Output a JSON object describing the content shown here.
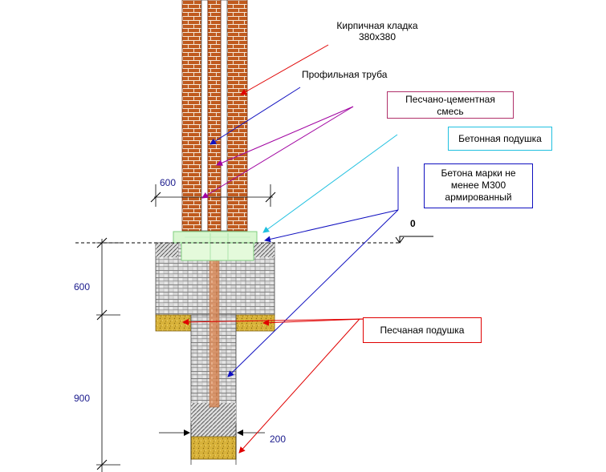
{
  "labels": {
    "brick_line1": "Кирпичная кладка",
    "brick_line2": "380x380",
    "profile_pipe": "Профильная труба",
    "mortar_line1": "Песчано-цементная",
    "mortar_line2": "смесь",
    "concrete_pad": "Бетонная подушка",
    "m300_line1": "Бетона марки не",
    "m300_line2": "менее М300",
    "m300_line3": "армированный",
    "sand_pad": "Песчаная подушка",
    "zero_level": "0"
  },
  "dimensions": {
    "top_width": "600",
    "upper_depth": "600",
    "lower_depth": "900",
    "bottom_width": "200"
  },
  "colors": {
    "brick": "#c05a1e",
    "mortar_line": "#f3e6d6",
    "concrete_pad": "#d9f7d0",
    "concrete_pad_border": "#7fcf7f",
    "foundation": "#bfbfbf",
    "sand": "#d8b23a",
    "rebar": "#d88a5a",
    "leader_red": "#e00000",
    "leader_blue": "#1010c0",
    "leader_purple": "#a000a0",
    "leader_cyan": "#20c0e0",
    "dim_text": "#1a1a8c"
  }
}
